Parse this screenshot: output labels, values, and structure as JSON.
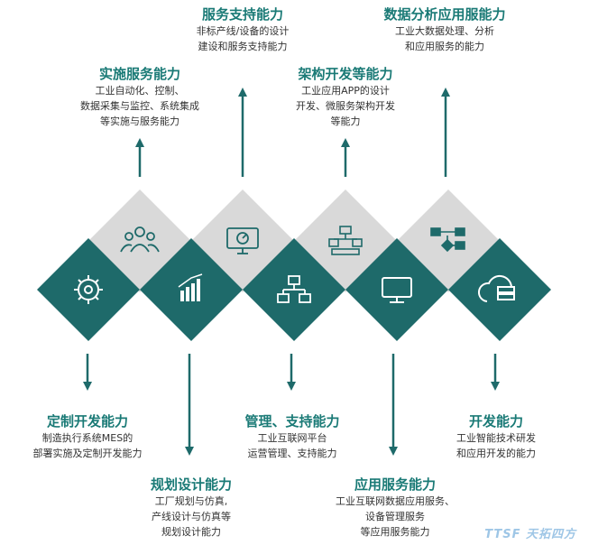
{
  "colors": {
    "teal": "#1e6a6a",
    "grey": "#d9d9d9",
    "title": "#1a7a76",
    "arrow": "#1e6a6a"
  },
  "blocks": {
    "b1": {
      "title": "服务支持能力",
      "lines": [
        "非标产线/设备的设计",
        "建设和服务支持能力"
      ]
    },
    "b2": {
      "title": "数据分析应用服能力",
      "lines": [
        "工业大数据处理、分析",
        "和应用服务的能力"
      ]
    },
    "b3": {
      "title": "实施服务能力",
      "lines": [
        "工业自动化、控制、",
        "数据采集与监控、系统集成",
        "等实施与服务能力"
      ]
    },
    "b4": {
      "title": "架构开发等能力",
      "lines": [
        "工业应用APP的设计",
        "开发、微服务架构开发",
        "等能力"
      ]
    },
    "b5": {
      "title": "定制开发能力",
      "lines": [
        "制造执行系统MES的",
        "部署实施及定制开发能力"
      ]
    },
    "b6": {
      "title": "管理、支持能力",
      "lines": [
        "工业互联网平台",
        "运营管理、支持能力"
      ]
    },
    "b7": {
      "title": "开发能力",
      "lines": [
        "工业智能技术研发",
        "和应用开发的能力"
      ]
    },
    "b8": {
      "title": "规划设计能力",
      "lines": [
        "工厂规划与仿真,",
        "产线设计与仿真等",
        "规划设计能力"
      ]
    },
    "b9": {
      "title": "应用服务能力",
      "lines": [
        "工业互联网数据应用服务、",
        "设备管理服务",
        "等应用服务能力"
      ]
    }
  },
  "icons": {
    "top": [
      "people-icon",
      "monitor-dashboard-icon",
      "network-switch-icon",
      "flowchart-icon"
    ],
    "bottom": [
      "gear-icon",
      "bar-chart-icon",
      "hierarchy-icon",
      "monitor-icon",
      "cloud-server-icon"
    ]
  },
  "watermark": "TTSF 天拓四方"
}
